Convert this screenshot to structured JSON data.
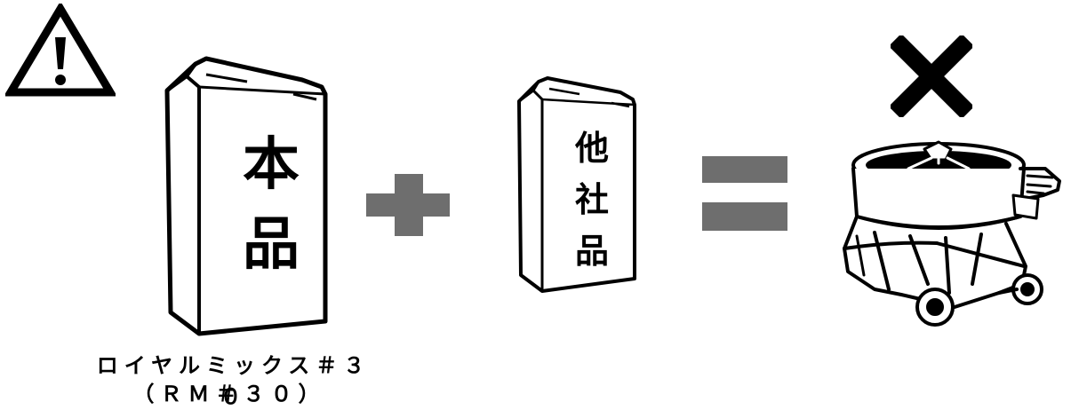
{
  "diagram": {
    "own_product_bag": {
      "line1": "本",
      "line2": "品"
    },
    "other_product_bag": {
      "line1": "他",
      "line2": "社",
      "line3": "品"
    },
    "product_name": "ロイヤルミックス＃３０",
    "product_code": "（ＲＭ＃３０）",
    "icons": {
      "warning": "warning-triangle-icon",
      "plus": "plus-icon",
      "equals": "equals-icon",
      "prohibited": "cross-mark-icon",
      "machine": "mixer-machine-icon"
    },
    "colors": {
      "operator_gray": "#6e6e6e",
      "line": "#000000"
    }
  }
}
